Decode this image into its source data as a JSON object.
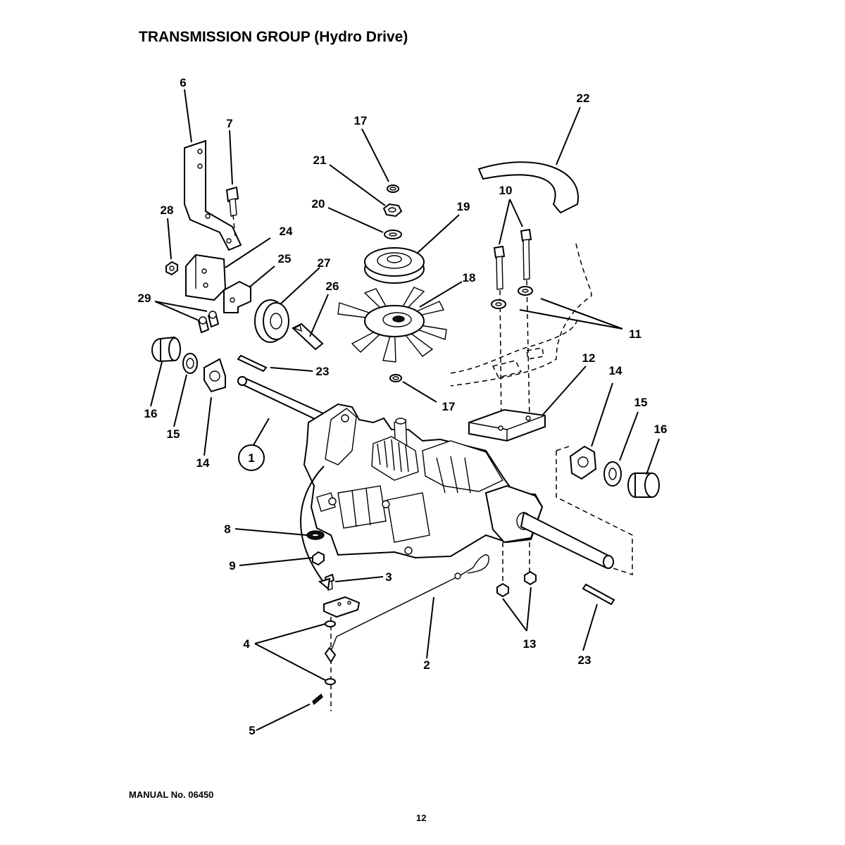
{
  "header": {
    "title": "TRANSMISSION GROUP (Hydro Drive)"
  },
  "footer": {
    "manual_no": "MANUAL No. 06450",
    "page_number": "12"
  },
  "callouts": {
    "c1": "1",
    "c2": "2",
    "c3": "3",
    "c4": "4",
    "c5": "5",
    "c6": "6",
    "c7": "7",
    "c8": "8",
    "c9": "9",
    "c10": "10",
    "c11": "11",
    "c12": "12",
    "c13": "13",
    "c14": "14",
    "c15": "15",
    "c16": "16",
    "c17": "17",
    "c18": "18",
    "c19": "19",
    "c20": "20",
    "c21": "21",
    "c22": "22",
    "c23": "23",
    "c24": "24",
    "c25": "25",
    "c26": "26",
    "c27": "27",
    "c28": "28",
    "c29": "29"
  }
}
